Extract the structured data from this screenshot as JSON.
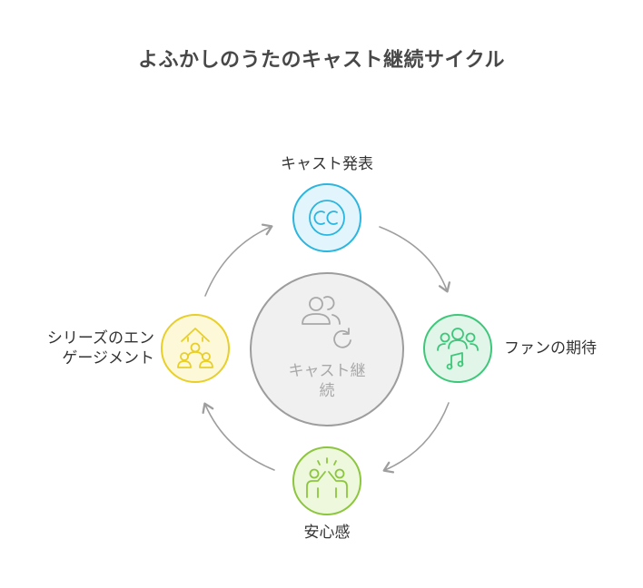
{
  "title": "よふかしのうたのキャスト継続サイクル",
  "center": {
    "label_line1": "キャスト継",
    "label_line2": "続",
    "icon": "users-refresh-icon",
    "fill": "#f0f0f0",
    "stroke": "#9d9d9d"
  },
  "nodes": [
    {
      "id": "cast-announcement",
      "label": "キャスト発表",
      "icon": "closed-caption-icon",
      "fill": "#e3f5fc",
      "stroke": "#2bb5df"
    },
    {
      "id": "fan-expectation",
      "label": "ファンの期待",
      "icon": "fans-music-icon",
      "fill": "#e1f6e9",
      "stroke": "#3ec77a"
    },
    {
      "id": "reassurance",
      "label": "安心感",
      "icon": "high-five-icon",
      "fill": "#eef8dc",
      "stroke": "#8cc63f"
    },
    {
      "id": "series-engagement",
      "label_line1": "シリーズのエン",
      "label_line2": "ゲージメント",
      "icon": "community-growth-icon",
      "fill": "#fdf8d8",
      "stroke": "#e8cf2a"
    }
  ],
  "arrow_color": "#9e9e9e"
}
